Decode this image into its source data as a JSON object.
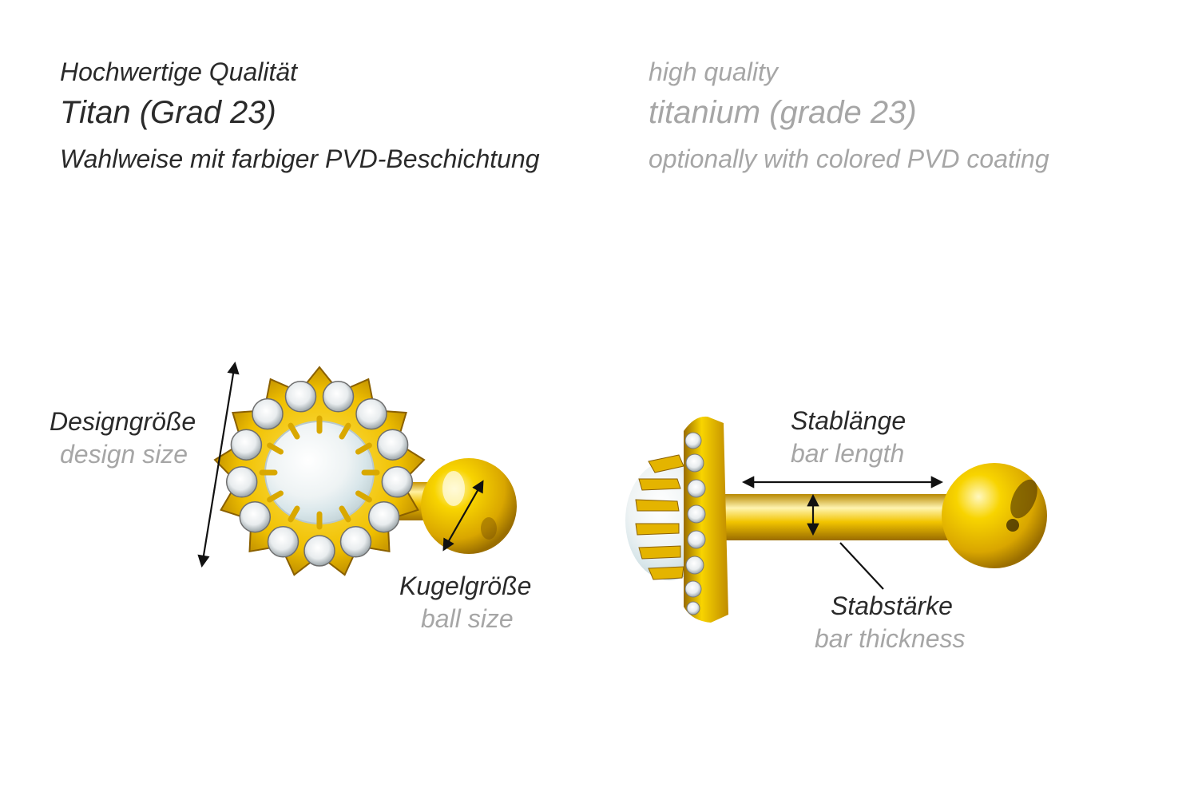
{
  "header": {
    "german": {
      "line1": "Hochwertige Qualität",
      "line2": "Titan (Grad 23)",
      "line3": "Wahlweise mit farbiger PVD-Beschichtung"
    },
    "english": {
      "line1": "high quality",
      "line2": "titanium (grade 23)",
      "line3": "optionally with colored PVD coating"
    }
  },
  "labels": {
    "design_size": {
      "de": "Designgröße",
      "en": "design size"
    },
    "ball_size": {
      "de": "Kugelgröße",
      "en": "ball size"
    },
    "bar_length": {
      "de": "Stablänge",
      "en": "bar length"
    },
    "bar_thickness": {
      "de": "Stabstärke",
      "en": "bar thickness"
    }
  },
  "colors": {
    "gold_light": "#fff3a0",
    "gold": "#f2c200",
    "gold_dark": "#a87800",
    "opal": "#f3f6f7",
    "german_text": "#2a2a2a",
    "english_text": "#a6a6a6"
  }
}
